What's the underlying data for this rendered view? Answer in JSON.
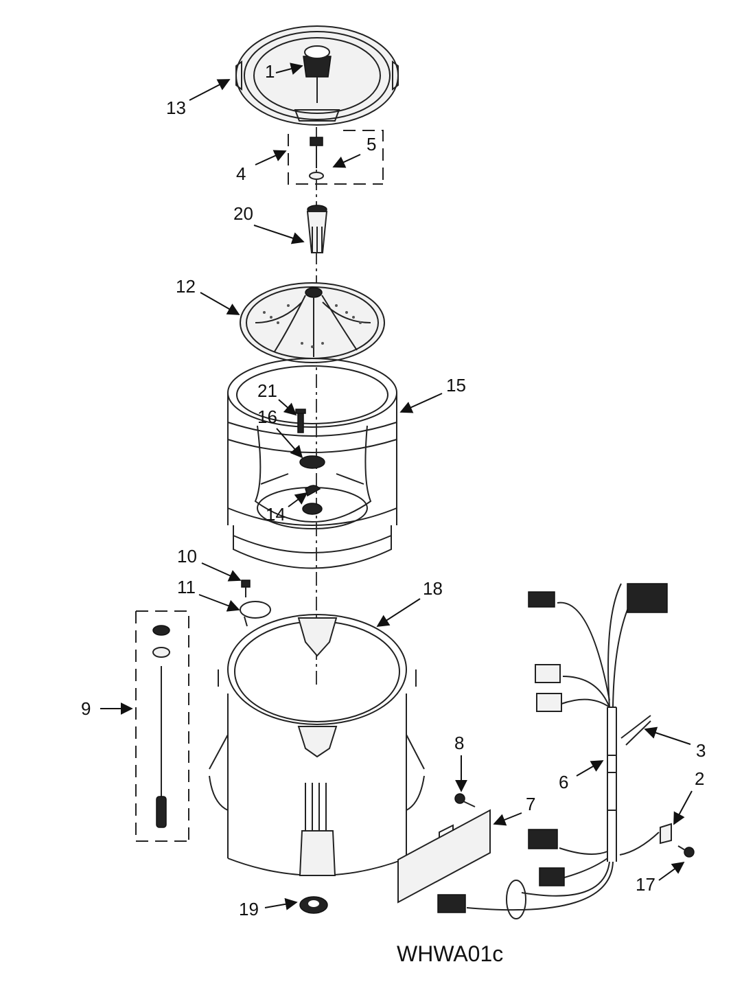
{
  "diagram_code": "WHWA01c",
  "callouts": [
    {
      "id": "c1",
      "num": "1",
      "part": "agitator cap"
    },
    {
      "id": "c2",
      "num": "2",
      "part": "hose clamp"
    },
    {
      "id": "c3",
      "num": "3",
      "part": "tube"
    },
    {
      "id": "c4",
      "num": "4",
      "part": "bolt"
    },
    {
      "id": "c5",
      "num": "5",
      "part": "washer"
    },
    {
      "id": "c6",
      "num": "6",
      "part": "wire harness"
    },
    {
      "id": "c7",
      "num": "7",
      "part": "control board"
    },
    {
      "id": "c8",
      "num": "8",
      "part": "screw"
    },
    {
      "id": "c9",
      "num": "9",
      "part": "suspension rod"
    },
    {
      "id": "c10",
      "num": "10",
      "part": "screw"
    },
    {
      "id": "c11",
      "num": "11",
      "part": "clip"
    },
    {
      "id": "c12",
      "num": "12",
      "part": "impeller"
    },
    {
      "id": "c13",
      "num": "13",
      "part": "tub ring"
    },
    {
      "id": "c14",
      "num": "14",
      "part": "hub nut"
    },
    {
      "id": "c15",
      "num": "15",
      "part": "wash basket"
    },
    {
      "id": "c16",
      "num": "16",
      "part": "washer"
    },
    {
      "id": "c17",
      "num": "17",
      "part": "screw"
    },
    {
      "id": "c18",
      "num": "18",
      "part": "outer tub"
    },
    {
      "id": "c19",
      "num": "19",
      "part": "seal"
    },
    {
      "id": "c20",
      "num": "20",
      "part": "agitator shaft"
    },
    {
      "id": "c21",
      "num": "21",
      "part": "bolt"
    }
  ]
}
